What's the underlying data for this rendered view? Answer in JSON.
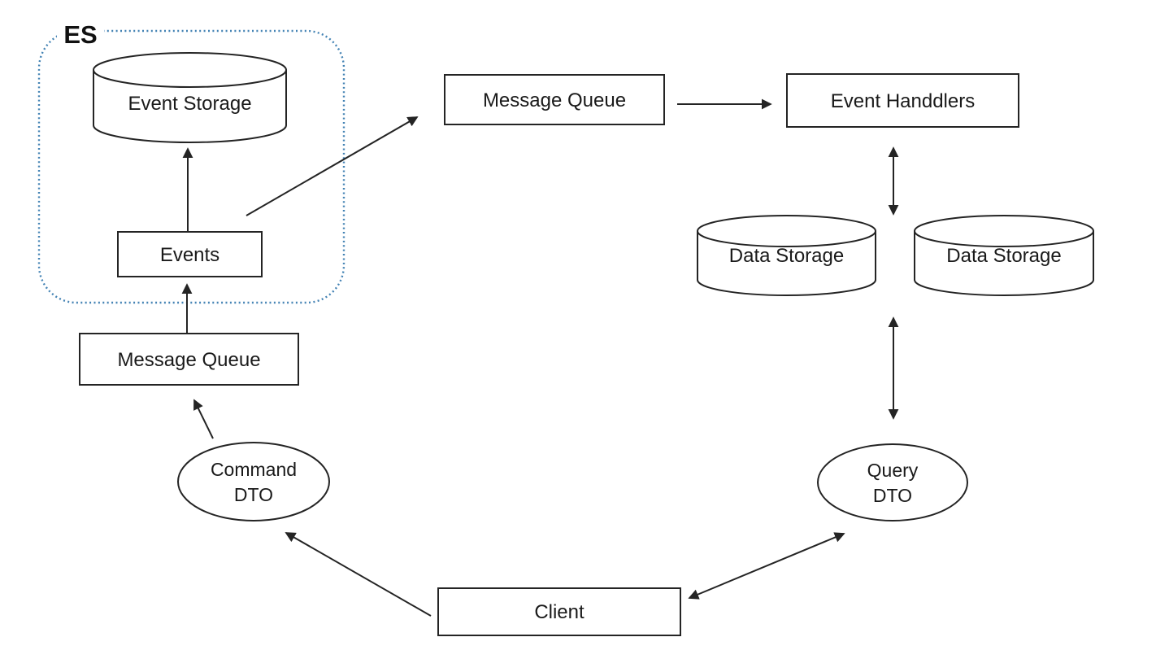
{
  "diagram": {
    "group": {
      "label": "ES",
      "description": "dotted boundary containing event sourcing components"
    },
    "nodes": {
      "event_storage": {
        "type": "cylinder",
        "label": "Event Storage"
      },
      "events": {
        "type": "rect",
        "label": "Events"
      },
      "message_queue_top": {
        "type": "rect",
        "label": "Message Queue"
      },
      "event_handlers": {
        "type": "rect",
        "label": "Event Handdlers"
      },
      "data_storage_left": {
        "type": "cylinder",
        "label": "Data Storage"
      },
      "data_storage_right": {
        "type": "cylinder",
        "label": "Data Storage"
      },
      "message_queue_left": {
        "type": "rect",
        "label": "Message Queue"
      },
      "command_dto": {
        "type": "ellipse",
        "label_line1": "Command",
        "label_line2": "DTO"
      },
      "query_dto": {
        "type": "ellipse",
        "label_line1": "Query",
        "label_line2": "DTO"
      },
      "client": {
        "type": "rect",
        "label": "Client"
      }
    },
    "edges": [
      {
        "from": "Events",
        "to": "Event Storage",
        "direction": "one-way"
      },
      {
        "from": "ES group",
        "to": "Message Queue (top)",
        "direction": "one-way"
      },
      {
        "from": "Message Queue (top)",
        "to": "Event Handdlers",
        "direction": "one-way"
      },
      {
        "from": "Event Handdlers",
        "to": "Data Storage",
        "direction": "two-way"
      },
      {
        "from": "Data Storage",
        "to": "Query DTO",
        "direction": "two-way"
      },
      {
        "from": "Client",
        "to": "Query DTO",
        "direction": "two-way"
      },
      {
        "from": "Client",
        "to": "Command DTO",
        "direction": "one-way"
      },
      {
        "from": "Command DTO",
        "to": "Message Queue (left)",
        "direction": "one-way"
      },
      {
        "from": "Message Queue (left)",
        "to": "Events",
        "direction": "one-way"
      }
    ],
    "colors": {
      "stroke": "#242424",
      "text": "#1a1a1a",
      "background": "#ffffff",
      "es_border": "#4483b4"
    }
  }
}
